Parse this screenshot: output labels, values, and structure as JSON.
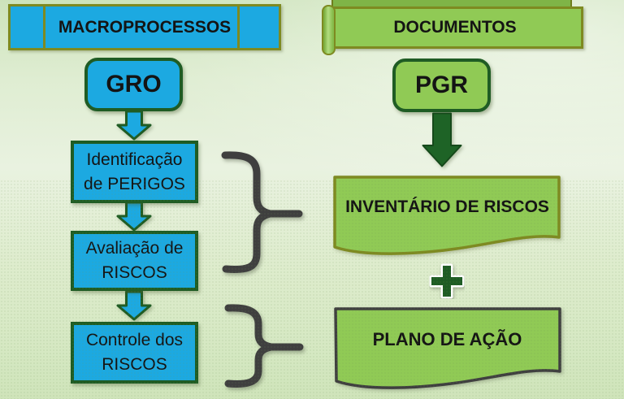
{
  "diagram": {
    "left_column": {
      "header": "MACROPROCESSOS",
      "root_label": "GRO",
      "steps": [
        "Identificação\nde PERIGOS",
        "Avaliação de\nRISCOS",
        "Controle dos\nRISCOS"
      ]
    },
    "right_column": {
      "header": "DOCUMENTOS",
      "root_label": "PGR",
      "documents": [
        "INVENTÁRIO DE RISCOS",
        "PLANO DE AÇÃO"
      ]
    },
    "icons": {
      "plus_icon": "plus-cross",
      "flow_arrow_icon": "down-arrow",
      "brace_icon": "right-curly-brace"
    },
    "colors": {
      "process_blue": "#1CA9E1",
      "document_green": "#90CA55",
      "dark_green_border": "#1F5C24",
      "arrow_dark_green": "#1E6326",
      "olive_border": "#7E8A21",
      "brace_gray": "#3F3F3F"
    }
  }
}
